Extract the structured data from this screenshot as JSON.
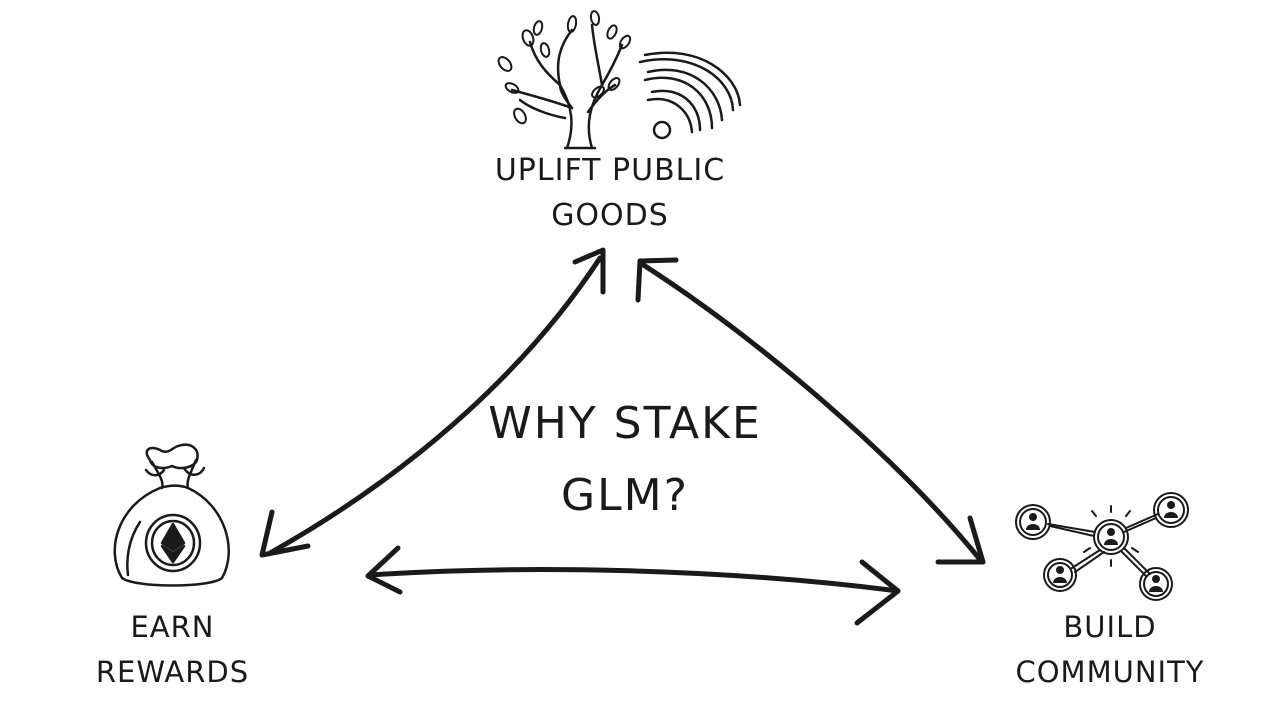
{
  "title": {
    "line1": "WHY STAKE",
    "line2": "GLM?"
  },
  "nodes": {
    "top": {
      "line1": "UPLIFT PUBLIC",
      "line2": "GOODS",
      "icons": [
        "tree-icon",
        "wifi-icon"
      ]
    },
    "left": {
      "line1": "EARN",
      "line2": "REWARDS",
      "icons": [
        "money-bag-icon",
        "ethereum-coin-icon"
      ]
    },
    "right": {
      "line1": "BUILD",
      "line2": "COMMUNITY",
      "icons": [
        "network-people-icon"
      ]
    }
  },
  "connections": [
    {
      "from": "left",
      "to": "top",
      "style": "double-arrow"
    },
    {
      "from": "top",
      "to": "right",
      "style": "double-arrow"
    },
    {
      "from": "left",
      "to": "right",
      "style": "double-arrow"
    }
  ],
  "colors": {
    "ink": "#1a1a1a",
    "background": "#ffffff"
  }
}
